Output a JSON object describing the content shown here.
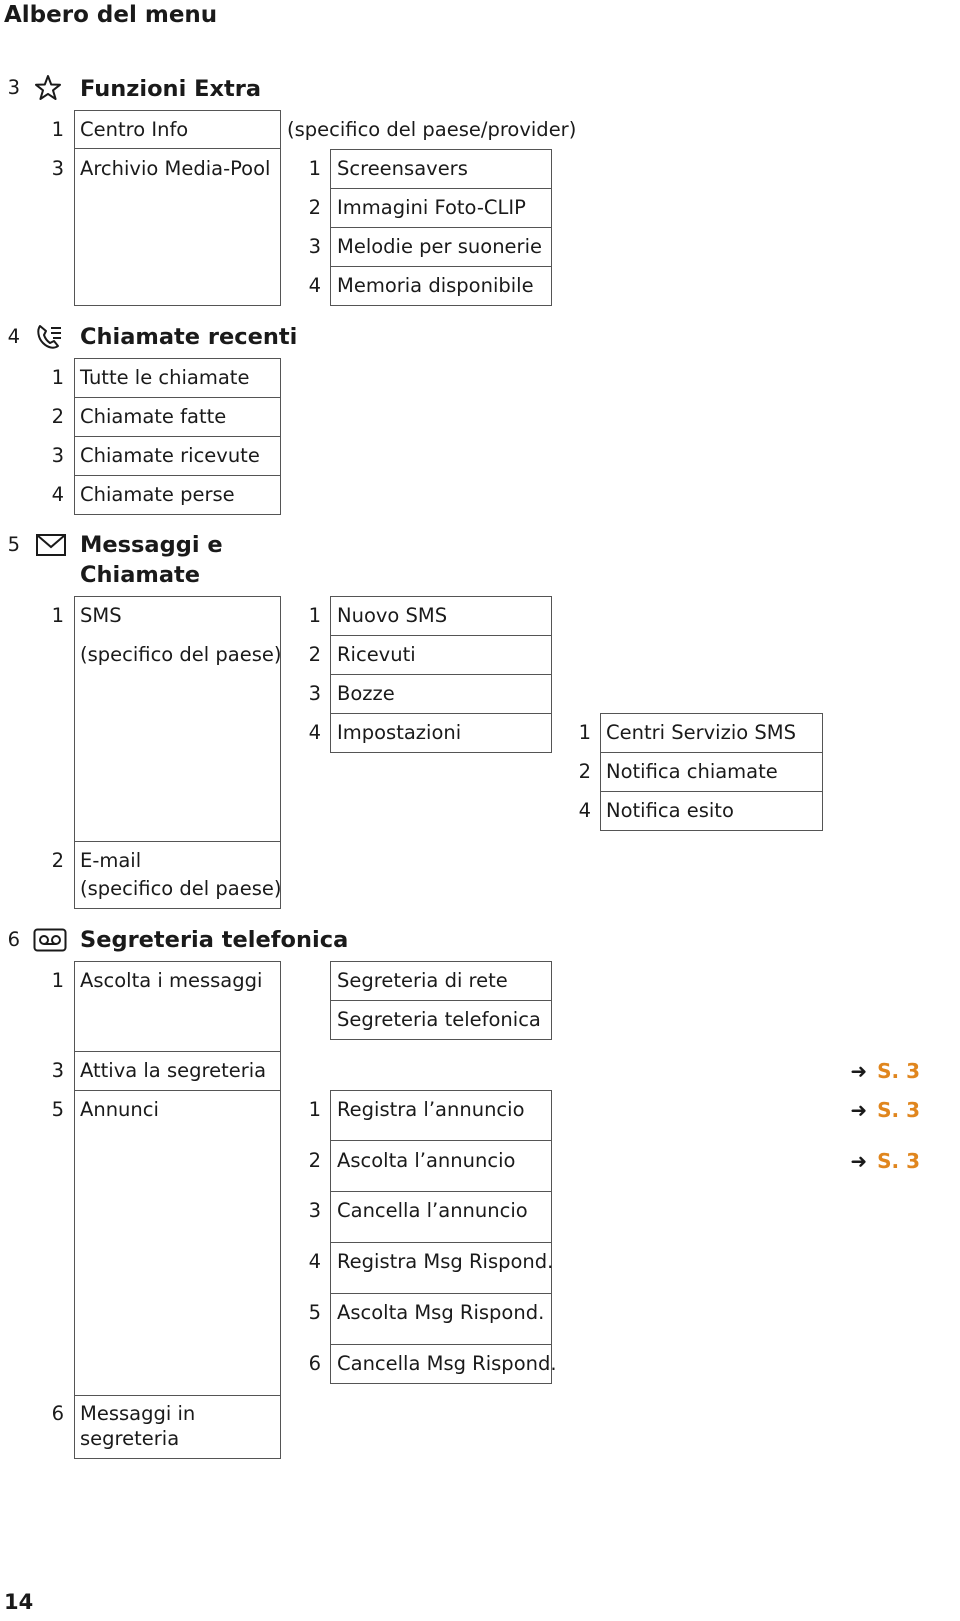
{
  "page_title": "Albero del menu",
  "page_number": "14",
  "accent_color": "#e0861e",
  "sections": {
    "extra": {
      "num": "3",
      "icon": "star-icon",
      "title": "Funzioni Extra",
      "items": {
        "centro_info": {
          "num": "1",
          "label": "Centro Info",
          "note": "(specifico del paese/provider)"
        },
        "archivio": {
          "num": "3",
          "label": "Archivio Media-Pool",
          "sub": [
            {
              "num": "1",
              "label": "Screensavers"
            },
            {
              "num": "2",
              "label": "Immagini Foto-CLIP"
            },
            {
              "num": "3",
              "label": "Melodie per suonerie"
            },
            {
              "num": "4",
              "label": "Memoria disponibile"
            }
          ]
        }
      }
    },
    "recenti": {
      "num": "4",
      "icon": "call-list-icon",
      "title": "Chiamate recenti",
      "items": [
        {
          "num": "1",
          "label": "Tutte le chiamate"
        },
        {
          "num": "2",
          "label": "Chiamate fatte"
        },
        {
          "num": "3",
          "label": "Chiamate ricevute"
        },
        {
          "num": "4",
          "label": "Chiamate perse"
        }
      ]
    },
    "messaggi": {
      "num": "5",
      "icon": "envelope-icon",
      "title_line1": "Messaggi e",
      "title_line2": "Chiamate",
      "sms": {
        "num": "1",
        "label": "SMS",
        "note": "(specifico del paese)",
        "sub": [
          {
            "num": "1",
            "label": "Nuovo SMS"
          },
          {
            "num": "2",
            "label": "Ricevuti"
          },
          {
            "num": "3",
            "label": "Bozze"
          },
          {
            "num": "4",
            "label": "Impostazioni"
          }
        ],
        "impostazioni": [
          {
            "num": "1",
            "label": "Centri Servizio SMS"
          },
          {
            "num": "2",
            "label": "Notifica chiamate"
          },
          {
            "num": "4",
            "label": "Notifica esito"
          }
        ]
      },
      "email": {
        "num": "2",
        "label": "E-mail",
        "note": "(specifico del paese)"
      }
    },
    "segreteria": {
      "num": "6",
      "icon": "voicemail-icon",
      "title": "Segreteria telefonica",
      "ascolta": {
        "num": "1",
        "label": "Ascolta i messaggi",
        "sub": [
          {
            "label": "Segreteria di rete"
          },
          {
            "label": "Segreteria telefonica"
          }
        ]
      },
      "attiva": {
        "num": "3",
        "label": "Attiva la segreteria",
        "ref": "S. 3"
      },
      "annunci": {
        "num": "5",
        "label": "Annunci",
        "sub": [
          {
            "num": "1",
            "label": "Registra l’annuncio",
            "ref": "S. 3"
          },
          {
            "num": "2",
            "label": "Ascolta l’annuncio",
            "ref": "S. 3"
          },
          {
            "num": "3",
            "label": "Cancella l’annuncio"
          },
          {
            "num": "4",
            "label": "Registra Msg Rispond."
          },
          {
            "num": "5",
            "label": "Ascolta Msg Rispond."
          },
          {
            "num": "6",
            "label": "Cancella Msg Rispond."
          }
        ]
      },
      "messaggi_in": {
        "num": "6",
        "label_line1": "Messaggi in",
        "label_line2": "segreteria"
      }
    }
  }
}
